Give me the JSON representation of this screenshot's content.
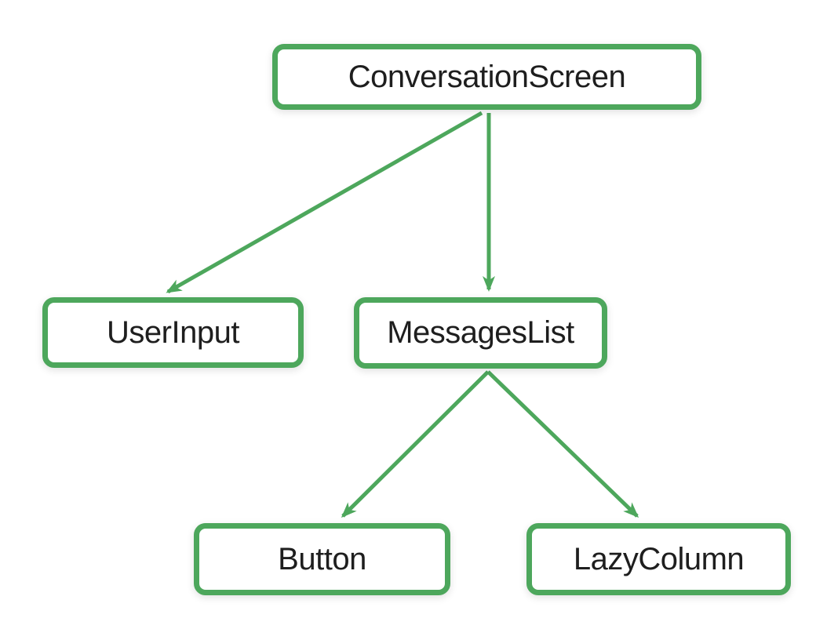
{
  "diagram": {
    "type": "component-tree",
    "nodes": [
      {
        "id": "conversation-screen",
        "label": "ConversationScreen"
      },
      {
        "id": "user-input",
        "label": "UserInput"
      },
      {
        "id": "messages-list",
        "label": "MessagesList"
      },
      {
        "id": "button",
        "label": "Button"
      },
      {
        "id": "lazy-column",
        "label": "LazyColumn"
      }
    ],
    "edges": [
      {
        "from": "ConversationScreen",
        "to": "UserInput"
      },
      {
        "from": "ConversationScreen",
        "to": "MessagesList"
      },
      {
        "from": "MessagesList",
        "to": "Button"
      },
      {
        "from": "MessagesList",
        "to": "LazyColumn"
      }
    ]
  },
  "colors": {
    "accent_green": "#4DA75C",
    "node_fill": "#FFFFFF",
    "text_color": "#1E1E1E",
    "background": "#FFFFFF"
  }
}
